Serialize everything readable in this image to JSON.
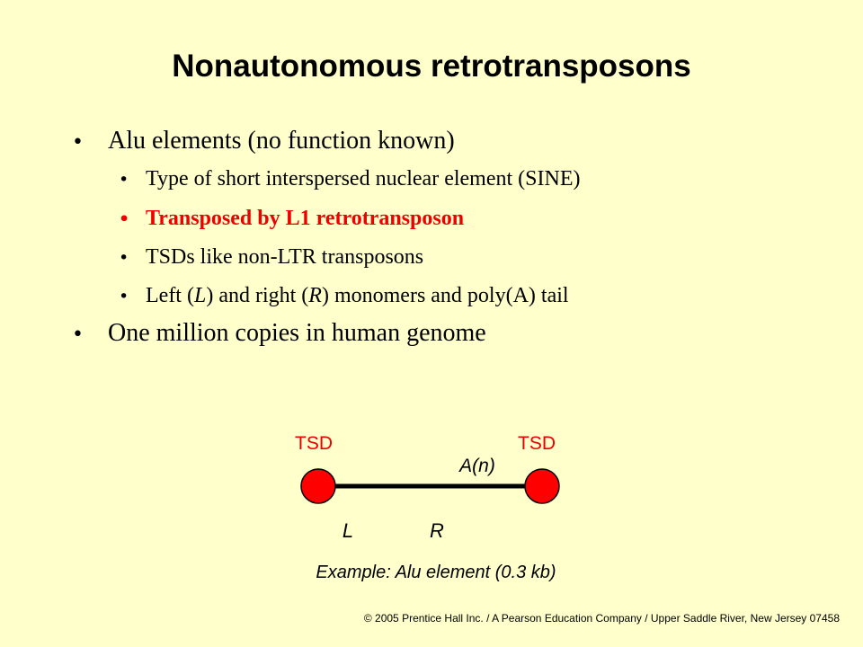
{
  "title": "Nonautonomous retrotransposons",
  "bullets": {
    "b1": "Alu elements (no function known)",
    "b1_1": "Type of short interspersed nuclear element (SINE)",
    "b1_2": "Transposed by L1 retrotransposon",
    "b1_3": "TSDs like non-LTR transposons",
    "b1_4": {
      "t1": "Left (",
      "L": "L",
      "t2": ") and right (",
      "R": "R",
      "t3": ") monomers and poly(A) tail"
    },
    "b2": "One million copies in human genome"
  },
  "icons": {
    "bullet": "bullet-icon"
  },
  "diagram": {
    "tsd_left": "TSD",
    "tsd_right": "TSD",
    "poly_a": {
      "a": "A(",
      "n": "n",
      "close": ")"
    },
    "left_monomer": "L",
    "right_monomer": "R",
    "caption": "Example: Alu element (0.3 kb)",
    "colors": {
      "tsd_label": "#ee0000",
      "tsd_circle": "#ff0000",
      "line": "#000000"
    }
  },
  "colors": {
    "background": "#ffffcc",
    "highlight": "#ee0000"
  },
  "copyright": "© 2005 Prentice Hall Inc. / A Pearson Education Company / Upper Saddle River, New Jersey 07458"
}
